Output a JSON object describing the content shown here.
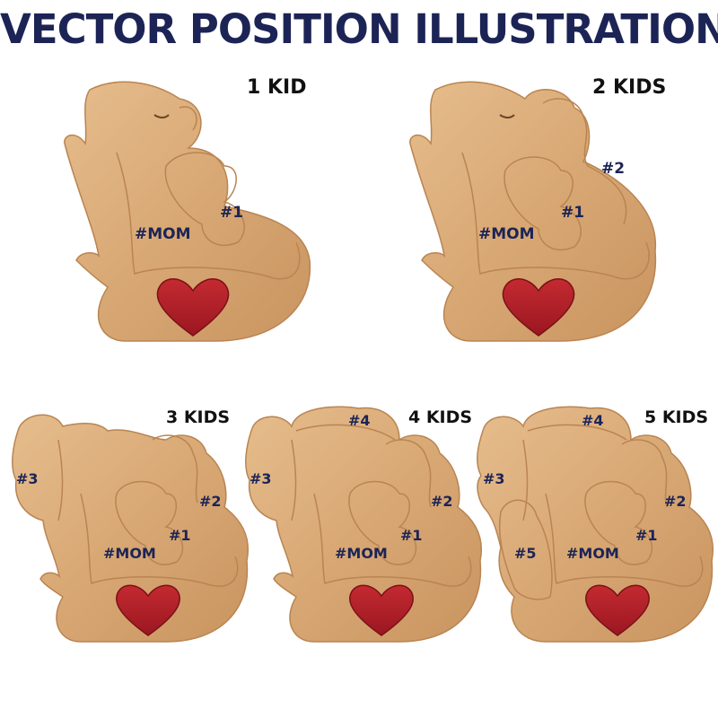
{
  "title": "VECTOR POSITION ILLUSTRATION",
  "colors": {
    "title": "#1c2456",
    "wood": "#d9ab7b",
    "wood_dark": "#b98452",
    "heart": "#b3202a"
  },
  "variants": [
    {
      "label": "1 KID",
      "tags": {
        "mom": "#MOM",
        "k1": "#1"
      }
    },
    {
      "label": "2 KIDS",
      "tags": {
        "mom": "#MOM",
        "k1": "#1",
        "k2": "#2"
      }
    },
    {
      "label": "3 KIDS",
      "tags": {
        "mom": "#MOM",
        "k1": "#1",
        "k2": "#2",
        "k3": "#3"
      }
    },
    {
      "label": "4 KIDS",
      "tags": {
        "mom": "#MOM",
        "k1": "#1",
        "k2": "#2",
        "k3": "#3",
        "k4": "#4"
      }
    },
    {
      "label": "5 KIDS",
      "tags": {
        "mom": "#MOM",
        "k1": "#1",
        "k2": "#2",
        "k3": "#3",
        "k4": "#4",
        "k5": "#5"
      }
    }
  ]
}
